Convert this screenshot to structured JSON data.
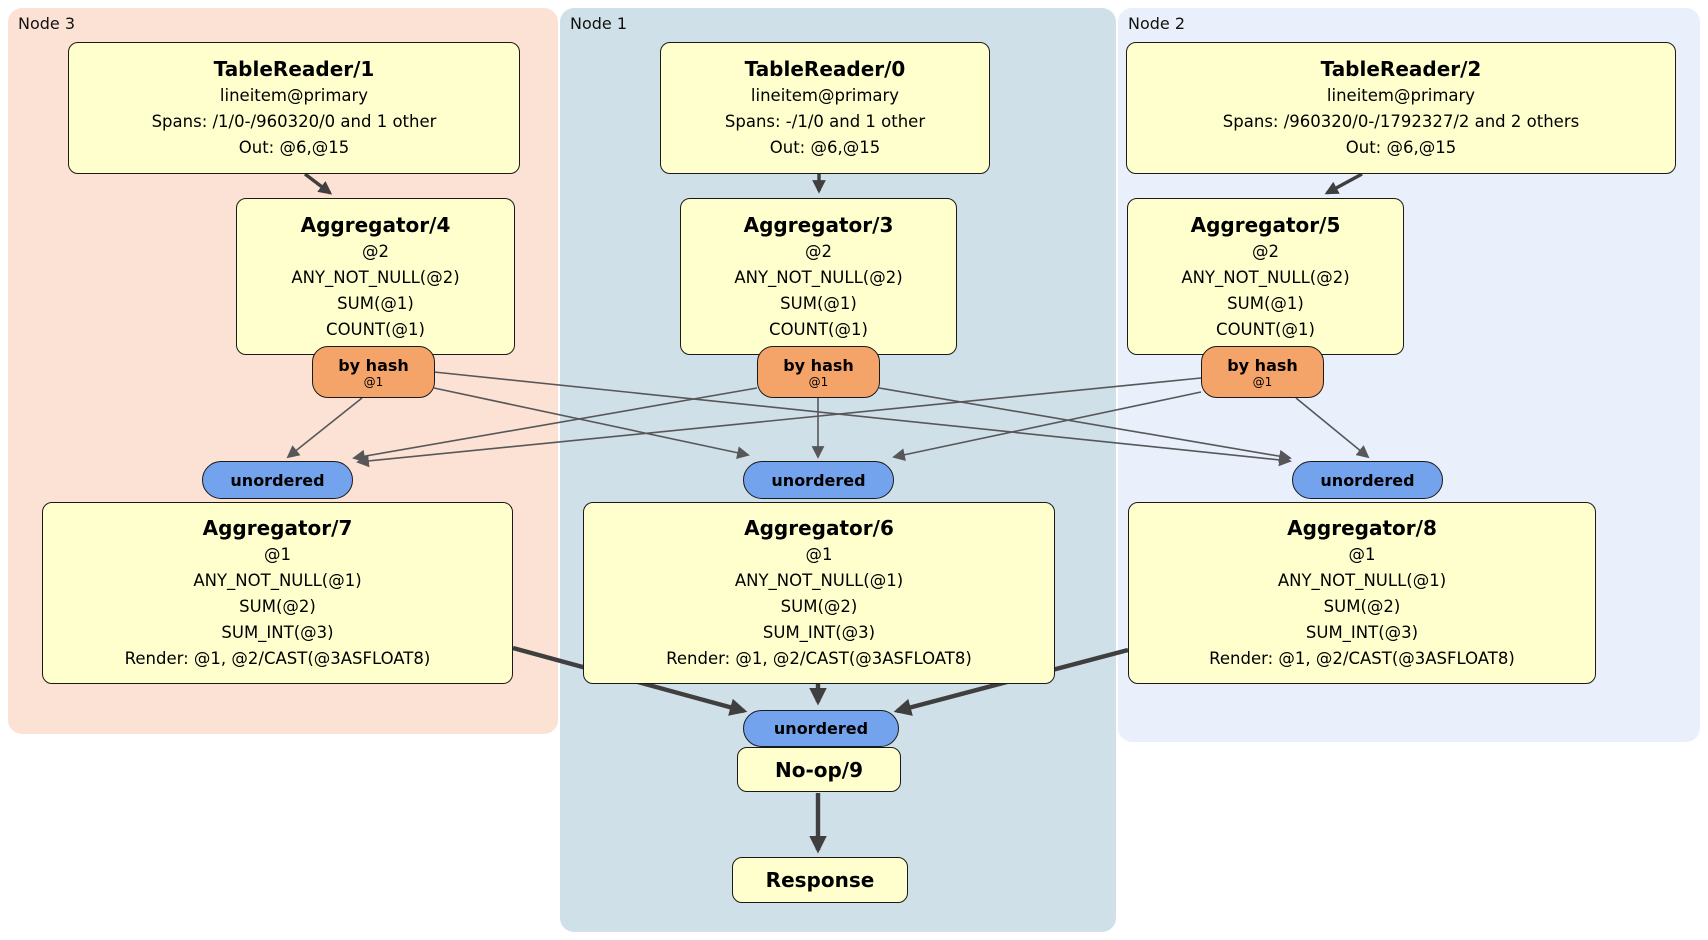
{
  "regions": [
    {
      "id": "node3",
      "label": "Node 3"
    },
    {
      "id": "node1",
      "label": "Node 1"
    },
    {
      "id": "node2",
      "label": "Node 2"
    }
  ],
  "processors": {
    "tablereader1": {
      "title": "TableReader/1",
      "lines": [
        "lineitem@primary",
        "Spans: /1/0-/960320/0 and 1 other",
        "Out: @6,@15"
      ]
    },
    "tablereader0": {
      "title": "TableReader/0",
      "lines": [
        "lineitem@primary",
        "Spans: -/1/0 and 1 other",
        "Out: @6,@15"
      ]
    },
    "tablereader2": {
      "title": "TableReader/2",
      "lines": [
        "lineitem@primary",
        "Spans: /960320/0-/1792327/2 and 2 others",
        "Out: @6,@15"
      ]
    },
    "aggregator4": {
      "title": "Aggregator/4",
      "lines": [
        "@2",
        "ANY_NOT_NULL(@2)",
        "SUM(@1)",
        "COUNT(@1)"
      ]
    },
    "aggregator3": {
      "title": "Aggregator/3",
      "lines": [
        "@2",
        "ANY_NOT_NULL(@2)",
        "SUM(@1)",
        "COUNT(@1)"
      ]
    },
    "aggregator5": {
      "title": "Aggregator/5",
      "lines": [
        "@2",
        "ANY_NOT_NULL(@2)",
        "SUM(@1)",
        "COUNT(@1)"
      ]
    },
    "aggregator7": {
      "title": "Aggregator/7",
      "lines": [
        "@1",
        "ANY_NOT_NULL(@1)",
        "SUM(@2)",
        "SUM_INT(@3)",
        "Render: @1, @2/CAST(@3ASFLOAT8)"
      ]
    },
    "aggregator6": {
      "title": "Aggregator/6",
      "lines": [
        "@1",
        "ANY_NOT_NULL(@1)",
        "SUM(@2)",
        "SUM_INT(@3)",
        "Render: @1, @2/CAST(@3ASFLOAT8)"
      ]
    },
    "aggregator8": {
      "title": "Aggregator/8",
      "lines": [
        "@1",
        "ANY_NOT_NULL(@1)",
        "SUM(@2)",
        "SUM_INT(@3)",
        "Render: @1, @2/CAST(@3ASFLOAT8)"
      ]
    },
    "noop": {
      "title": "No-op/9"
    },
    "response": {
      "title": "Response"
    }
  },
  "router": {
    "label": "by hash",
    "sub": "@1"
  },
  "sync": {
    "label": "unordered"
  },
  "colors": {
    "node3_background": "#fce2d4",
    "node1_background": "#d0e0e9",
    "node2_background": "#e9effb",
    "processor_fill": "#ffffce",
    "router_fill": "#f5a469",
    "sync_fill": "#74a3ee",
    "edge_thin": "#57575a",
    "edge_thick": "#3f3f3f"
  }
}
